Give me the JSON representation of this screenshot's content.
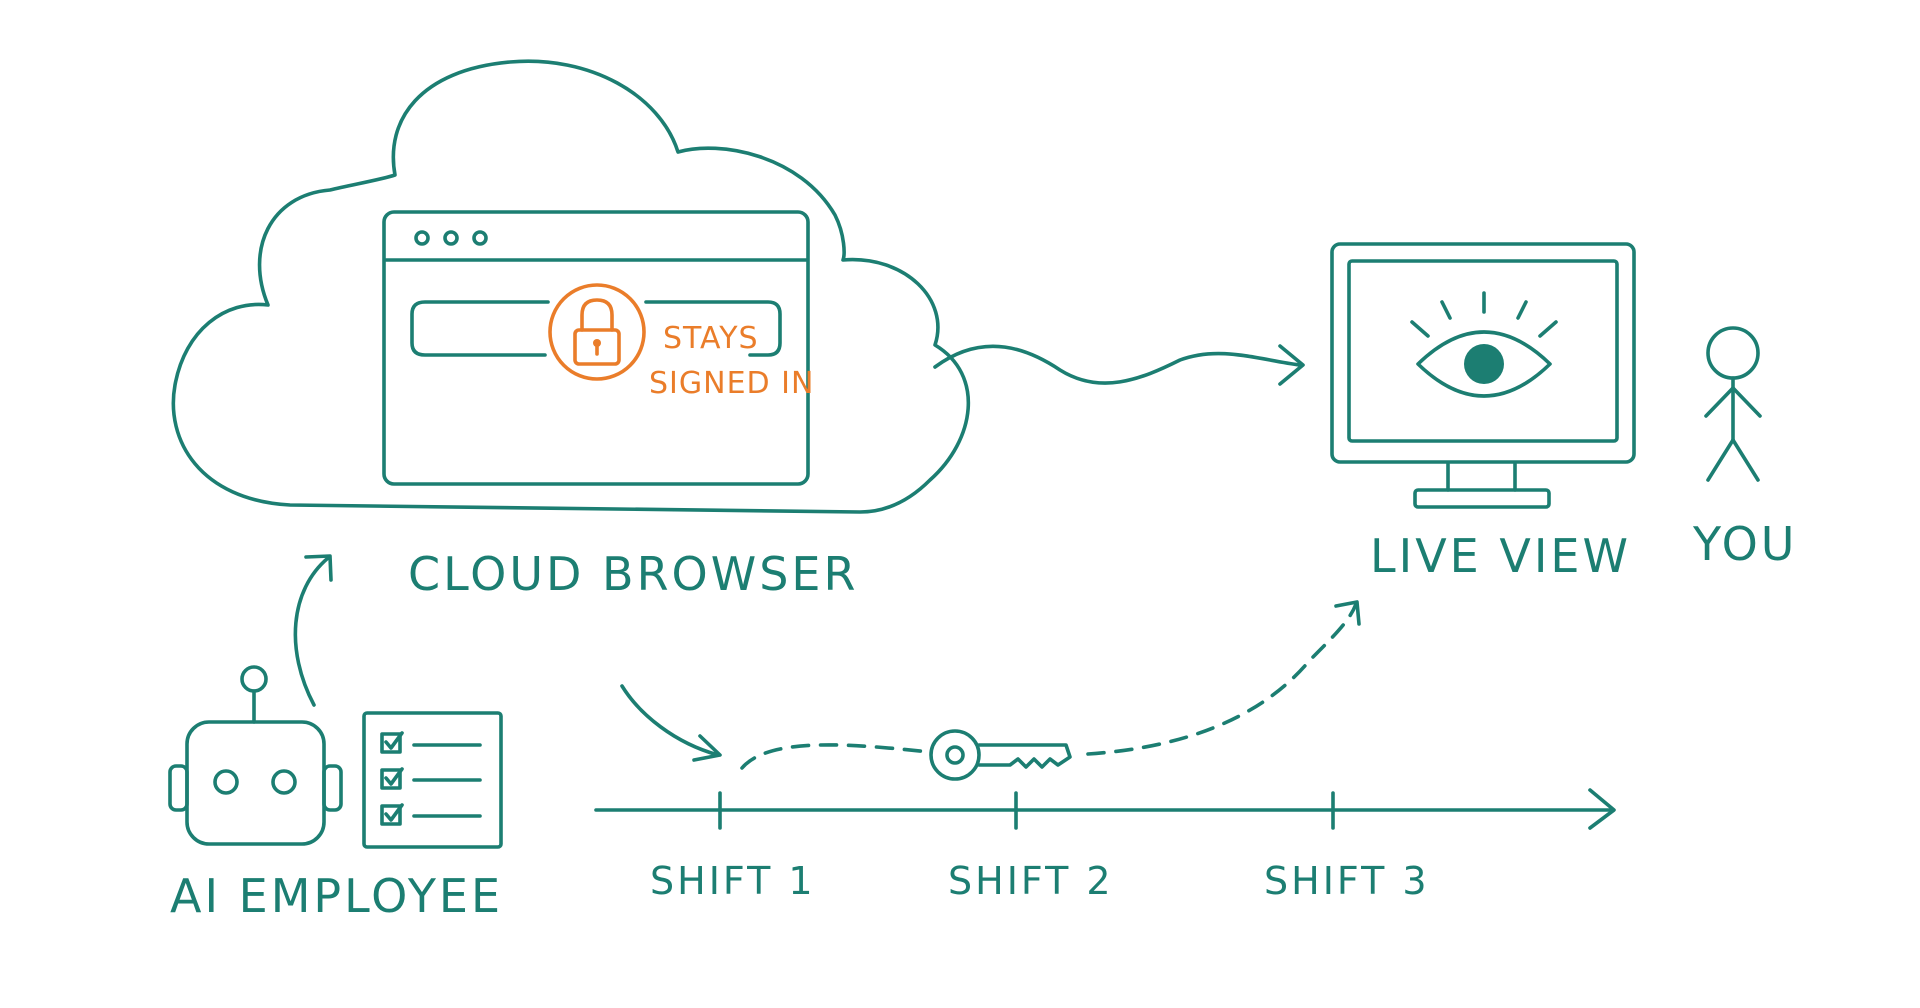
{
  "labels": {
    "cloud_browser": "CLOUD BROWSER",
    "stays_line1": "STAYS",
    "stays_line2": "SIGNED IN",
    "live_view": "LIVE VIEW",
    "you": "YOU",
    "ai_employee": "AI EMPLOYEE",
    "shift_1": "SHIFT 1",
    "shift_2": "SHIFT 2",
    "shift_3": "SHIFT 3"
  },
  "colors": {
    "primary": "#1c7e72",
    "accent": "#ea7d2a",
    "background": "#ffffff"
  },
  "icons": {
    "cloud": "cloud-icon",
    "browser_window": "browser-window-icon",
    "lock": "lock-icon",
    "monitor": "monitor-icon",
    "eye": "eye-icon",
    "person": "person-icon",
    "robot": "robot-icon",
    "checklist": "checklist-icon",
    "key": "key-icon"
  }
}
